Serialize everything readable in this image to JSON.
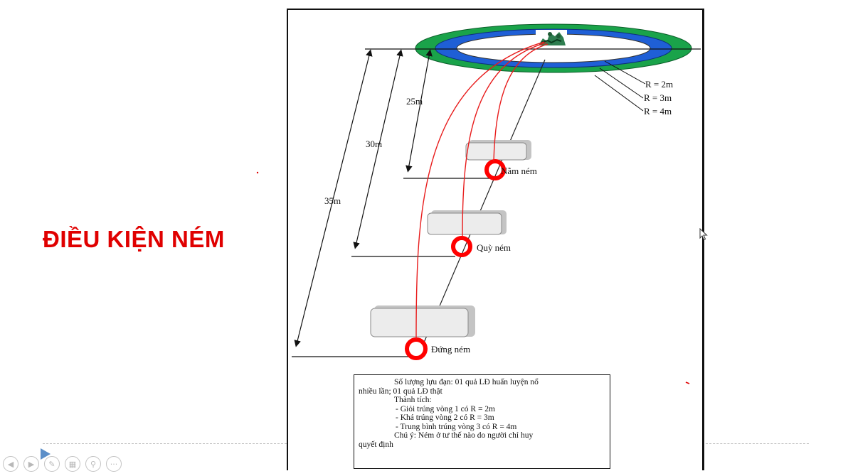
{
  "slide": {
    "title": "ĐIỀU KIỆN NÉM"
  },
  "diagram": {
    "distance_labels": [
      "25m",
      "30m",
      "35m"
    ],
    "ring_labels": [
      "R = 2m",
      "R = 3m",
      "R = 4m"
    ],
    "positions": [
      "Nằm  ném",
      "Quỳ  ném",
      "Đứng ném"
    ],
    "colors": {
      "outer_ring": "#1aa34a",
      "middle_ring": "#1f5fd6",
      "target_marker": "#ff0000",
      "trajectory": "#e81c1c"
    }
  },
  "notes": {
    "line1": "Số lượng lựu đạn: 01 quả LĐ huấn luyện nổ",
    "line2": "nhiều lần; 01 quả LĐ thật",
    "achievement_heading": "Thành tích:",
    "achievements": [
      "- Giỏi trúng vòng 1 có R = 2m",
      "- Khá trúng vòng 2 có R = 3m",
      "- Trung bình trúng vòng 3 có R = 4m"
    ],
    "note_line1": "Chú ý: Ném ở tư thế nào do người chỉ huy",
    "note_line2": "quyết định"
  },
  "controls": {
    "buttons": [
      "prev-icon",
      "next-icon",
      "pen-icon",
      "slides-icon",
      "zoom-icon",
      "more-icon"
    ]
  }
}
